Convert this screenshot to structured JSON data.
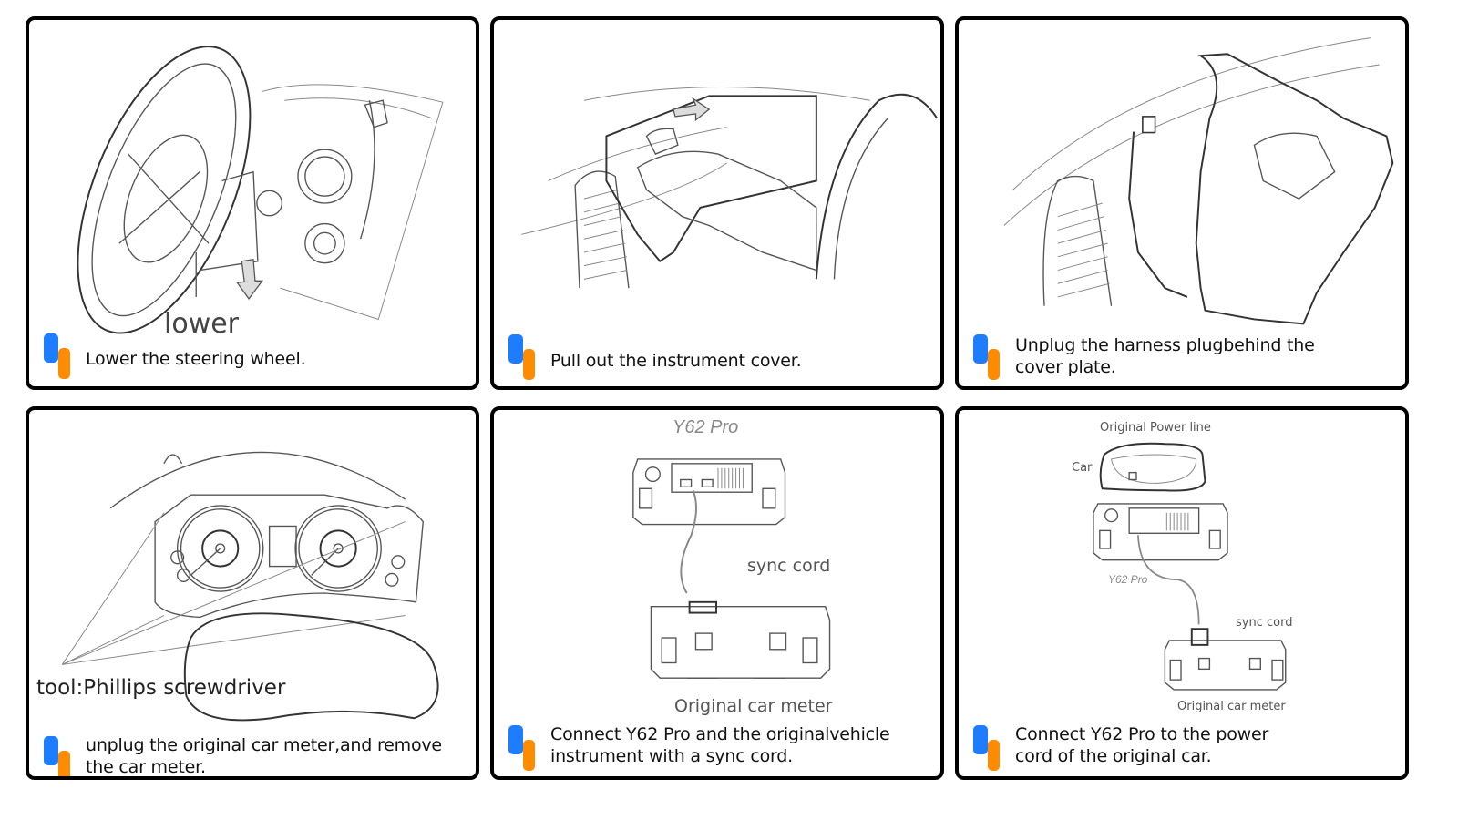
{
  "colors": {
    "marker_blue": "#1e7cff",
    "marker_orange": "#ff8c00",
    "panel_border": "#000000"
  },
  "steps": [
    {
      "caption_lines": [
        "Lower the steering wheel."
      ],
      "labels": {
        "action": "lower"
      },
      "icons": [
        "steering-wheel-illustration",
        "down-arrow-icon"
      ]
    },
    {
      "caption_lines": [
        "Pull out the instrument cover."
      ],
      "labels": {},
      "icons": [
        "hand-pulling-cover-illustration",
        "right-arrow-icon"
      ]
    },
    {
      "caption_lines": [
        "Unplug the harness plugbehind the",
        "cover plate."
      ],
      "labels": {},
      "icons": [
        "dashboard-cover-plate-illustration",
        "harness-plug-icon"
      ]
    },
    {
      "caption_lines": [
        "unplug the original car meter,and remove",
        "the car meter."
      ],
      "labels": {
        "tool": "tool:Phillips screwdriver"
      },
      "icons": [
        "instrument-cluster-illustration"
      ]
    },
    {
      "caption_lines": [
        "Connect Y62 Pro and the originalvehicle",
        "instrument with a sync cord."
      ],
      "labels": {
        "top_device": "Y62 Pro",
        "cord": "sync cord",
        "bottom_device": "Original car meter"
      },
      "icons": [
        "y62-pro-back-illustration",
        "original-meter-back-illustration",
        "sync-cord-icon"
      ]
    },
    {
      "caption_lines": [
        "Connect Y62 Pro to the power",
        "cord of the original car."
      ],
      "labels": {
        "power": "Original  Power line",
        "car": "Car",
        "device": "Y62 Pro",
        "cord": "sync cord",
        "bottom_device": "Original car meter"
      },
      "icons": [
        "car-dash-illustration",
        "y62-pro-back-illustration",
        "original-meter-back-illustration"
      ]
    }
  ]
}
